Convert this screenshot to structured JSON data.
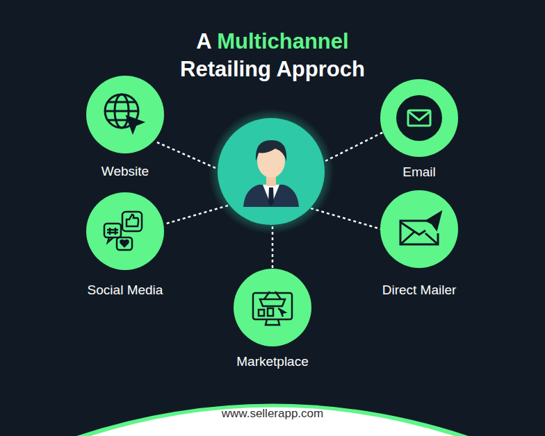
{
  "diagram": {
    "title": "A Multichannel Retailing Approch",
    "nodes": [
      {
        "text": [
          "Website"
        ]
      },
      {
        "text": [
          "Email"
        ]
      },
      {
        "text": [
          "Social Media"
        ]
      },
      {
        "text": [
          "Direct Mailer"
        ]
      },
      {
        "text": [
          "Marketplace"
        ]
      }
    ],
    "labels": [
      "www.sellerapp.com"
    ]
  }
}
